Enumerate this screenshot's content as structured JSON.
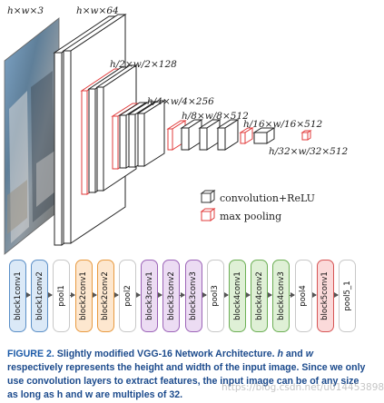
{
  "layer_labels": {
    "input": "h×w×3",
    "conv1": "h×w×64",
    "conv2": "h/2×w/2×128",
    "conv3": "h/4×w/4×256",
    "conv4": "h/8×w/8×512",
    "conv5": "h/16×w/16×512",
    "pool5": "h/32×w/32×512"
  },
  "legend": {
    "conv": "convolution+ReLU",
    "pool": "max pooling",
    "conv_color": "#333333",
    "pool_color": "#e23b3b"
  },
  "blocks": [
    {
      "label": "block1conv1",
      "kind": "conv1"
    },
    {
      "label": "block1conv2",
      "kind": "conv1"
    },
    {
      "label": "pool1",
      "kind": "pool"
    },
    {
      "label": "block2conv1",
      "kind": "conv2"
    },
    {
      "label": "block2conv2",
      "kind": "conv2"
    },
    {
      "label": "pool2",
      "kind": "pool"
    },
    {
      "label": "block3conv1",
      "kind": "conv3"
    },
    {
      "label": "block3conv2",
      "kind": "conv3"
    },
    {
      "label": "block3conv3",
      "kind": "conv3"
    },
    {
      "label": "pool3",
      "kind": "pool"
    },
    {
      "label": "block4conv1",
      "kind": "conv4"
    },
    {
      "label": "block4conv2",
      "kind": "conv4"
    },
    {
      "label": "block4conv3",
      "kind": "conv4"
    },
    {
      "label": "pool4",
      "kind": "pool"
    },
    {
      "label": "block5conv1",
      "kind": "conv5"
    },
    {
      "label": "pool5_1",
      "kind": "pool"
    }
  ],
  "caption": {
    "prefix": "FIGURE 2.",
    "text1": " Slightly modified VGG-16 Network Architecture. ",
    "h": "h",
    "text2": " and ",
    "w": "w",
    "text3": " respectively represents the height and width of the input image. Since we only use convolution layers to extract features, the input image can be of any size as long as h and w are multiples of 32."
  },
  "watermark": "https://blog.csdn.net/u014453898"
}
